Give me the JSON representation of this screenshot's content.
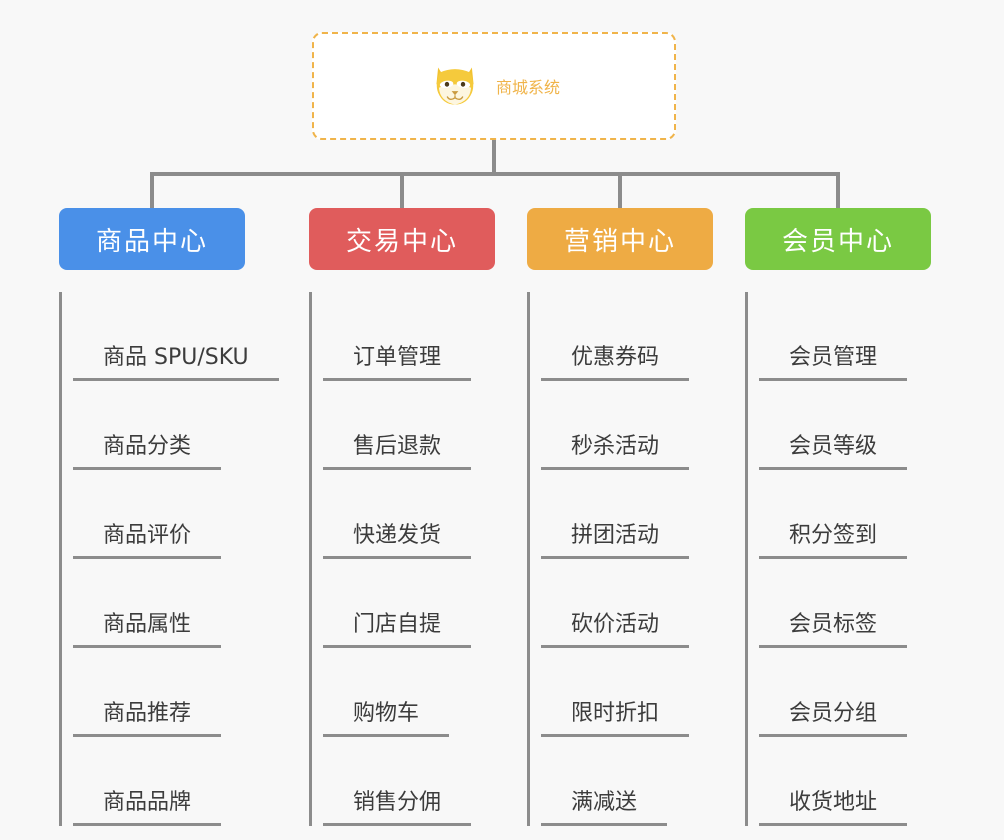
{
  "page": {
    "background": "#f8f8f8",
    "title": "商城系统"
  },
  "root": {
    "label": "商城系统",
    "icon": "shiba-dog-face-icon",
    "text_color": "#f0b44a",
    "border_color": "#f0b44a",
    "background": "#ffffff"
  },
  "connector_color": "#8c8c8c",
  "columns": [
    {
      "label": "商品中心",
      "color": "#4a90e8",
      "items": [
        "商品 SPU/SKU",
        "商品分类",
        "商品评价",
        "商品属性",
        "商品推荐",
        "商品品牌"
      ]
    },
    {
      "label": "交易中心",
      "color": "#e05c5c",
      "items": [
        "订单管理",
        "售后退款",
        "快递发货",
        "门店自提",
        "购物车",
        "销售分佣"
      ]
    },
    {
      "label": "营销中心",
      "color": "#eeab44",
      "items": [
        "优惠券码",
        "秒杀活动",
        "拼团活动",
        "砍价活动",
        "限时折扣",
        "满减送"
      ]
    },
    {
      "label": "会员中心",
      "color": "#7ac943",
      "items": [
        "会员管理",
        "会员等级",
        "积分签到",
        "会员标签",
        "会员分组",
        "收货地址"
      ]
    }
  ]
}
